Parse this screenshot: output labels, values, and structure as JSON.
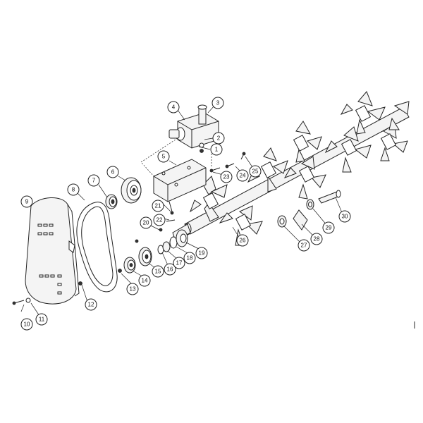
{
  "diagram": {
    "type": "exploded-parts-view",
    "callouts": [
      {
        "id": "c1",
        "label": "1"
      },
      {
        "id": "c2",
        "label": "2"
      },
      {
        "id": "c3",
        "label": "3"
      },
      {
        "id": "c4",
        "label": "4"
      },
      {
        "id": "c5",
        "label": "5"
      },
      {
        "id": "c6",
        "label": "6"
      },
      {
        "id": "c7",
        "label": "7"
      },
      {
        "id": "c8",
        "label": "8"
      },
      {
        "id": "c9",
        "label": "9"
      },
      {
        "id": "c10",
        "label": "10"
      },
      {
        "id": "c11",
        "label": "11"
      },
      {
        "id": "c12",
        "label": "12"
      },
      {
        "id": "c13",
        "label": "13"
      },
      {
        "id": "c14",
        "label": "14"
      },
      {
        "id": "c15",
        "label": "15"
      },
      {
        "id": "c16",
        "label": "16"
      },
      {
        "id": "c17",
        "label": "17"
      },
      {
        "id": "c18",
        "label": "18"
      },
      {
        "id": "c19",
        "label": "19"
      },
      {
        "id": "c20",
        "label": "20"
      },
      {
        "id": "c21",
        "label": "21"
      },
      {
        "id": "c22",
        "label": "22"
      },
      {
        "id": "c23",
        "label": "23"
      },
      {
        "id": "c24",
        "label": "24"
      },
      {
        "id": "c25",
        "label": "25"
      },
      {
        "id": "c26",
        "label": "26"
      },
      {
        "id": "c27",
        "label": "27"
      },
      {
        "id": "c28",
        "label": "28"
      },
      {
        "id": "c29",
        "label": "29"
      },
      {
        "id": "c30",
        "label": "30"
      }
    ]
  }
}
